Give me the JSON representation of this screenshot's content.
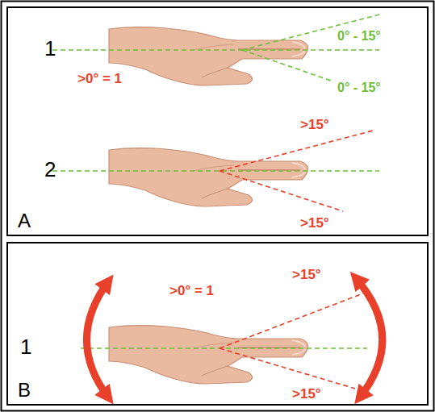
{
  "diagram": {
    "nodes": [
      {
        "text": [
          "A"
        ]
      },
      {
        "text": [
          "B"
        ]
      }
    ],
    "labels": [
      "1",
      "0° - 15°",
      "0° - 15°",
      ">0° = 1",
      "2",
      ">15°",
      ">15°",
      "1",
      ">0° = 1",
      ">15°",
      ">15°"
    ]
  }
}
